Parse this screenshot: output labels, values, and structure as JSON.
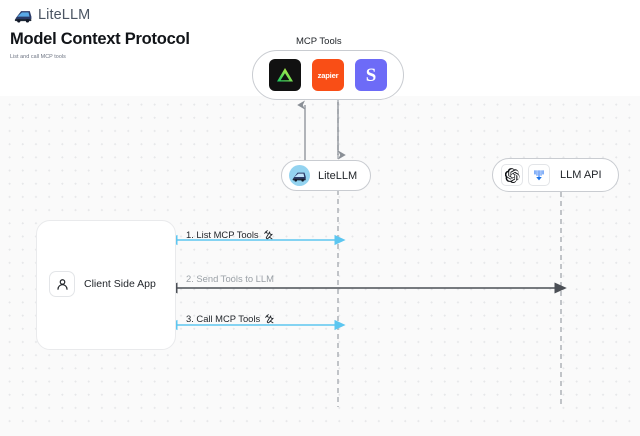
{
  "header": {
    "brand_name": "LiteLLM",
    "brand_icon": "litellm-logo-icon",
    "title": "Model Context Protocol",
    "subtitle": "List and call MCP tools"
  },
  "diagram": {
    "mcp_group": {
      "label": "MCP Tools",
      "tools": [
        {
          "name": "dark-triangle-tool-icon",
          "label": ""
        },
        {
          "name": "zapier-tool-icon",
          "label": "zapier"
        },
        {
          "name": "sentry-s-tool-icon",
          "label": "S"
        }
      ]
    },
    "nodes": [
      {
        "id": "litellm",
        "label": "LiteLLM",
        "icon": "litellm-badge-icon"
      },
      {
        "id": "llm_api",
        "label": "LLM API",
        "icons": [
          "openai-icon",
          "vertex-ai-icon"
        ]
      }
    ],
    "client": {
      "label": "Client Side App",
      "icon": "person-icon"
    },
    "edges": [
      {
        "id": "list-mcp-tools",
        "label": "1. List MCP Tools",
        "icon": "tools-icon",
        "color": "#5cc6f0",
        "direction": "bidirectional"
      },
      {
        "id": "send-tools-to-llm",
        "label": "2. Send Tools to LLM",
        "icon": "",
        "color": "#4b4f55",
        "direction": "bidirectional"
      },
      {
        "id": "call-mcp-tools",
        "label": "3. Call MCP Tools",
        "icon": "tools-icon",
        "color": "#5cc6f0",
        "direction": "bidirectional"
      }
    ],
    "vertical_arrows": [
      {
        "id": "litellm-to-mcp",
        "direction": "up"
      },
      {
        "id": "mcp-to-litellm",
        "direction": "down"
      }
    ],
    "colors": {
      "canvas": "#fafafa",
      "dot_grid": "#e6e7e9",
      "accent_blue": "#5cc6f0",
      "gray_arrow": "#4b4f55",
      "zapier_orange": "#f94e16",
      "sentry_purple": "#6d6bf7",
      "tool_dark": "#111111"
    }
  }
}
